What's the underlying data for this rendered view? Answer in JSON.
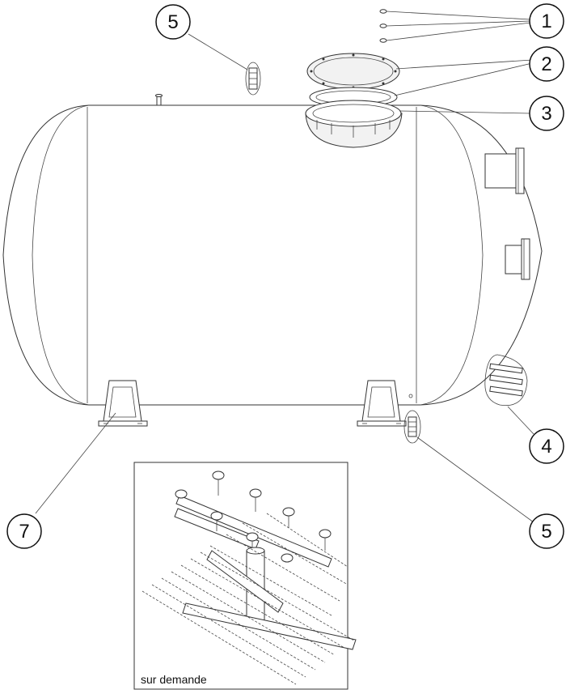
{
  "callouts": [
    {
      "id": "c1",
      "number": "1"
    },
    {
      "id": "c2",
      "number": "2"
    },
    {
      "id": "c3",
      "number": "3"
    },
    {
      "id": "c4",
      "number": "4"
    },
    {
      "id": "c5a",
      "number": "5"
    },
    {
      "id": "c5b",
      "number": "5"
    },
    {
      "id": "c7",
      "number": "7"
    }
  ],
  "inset": {
    "caption": "sur demande"
  }
}
